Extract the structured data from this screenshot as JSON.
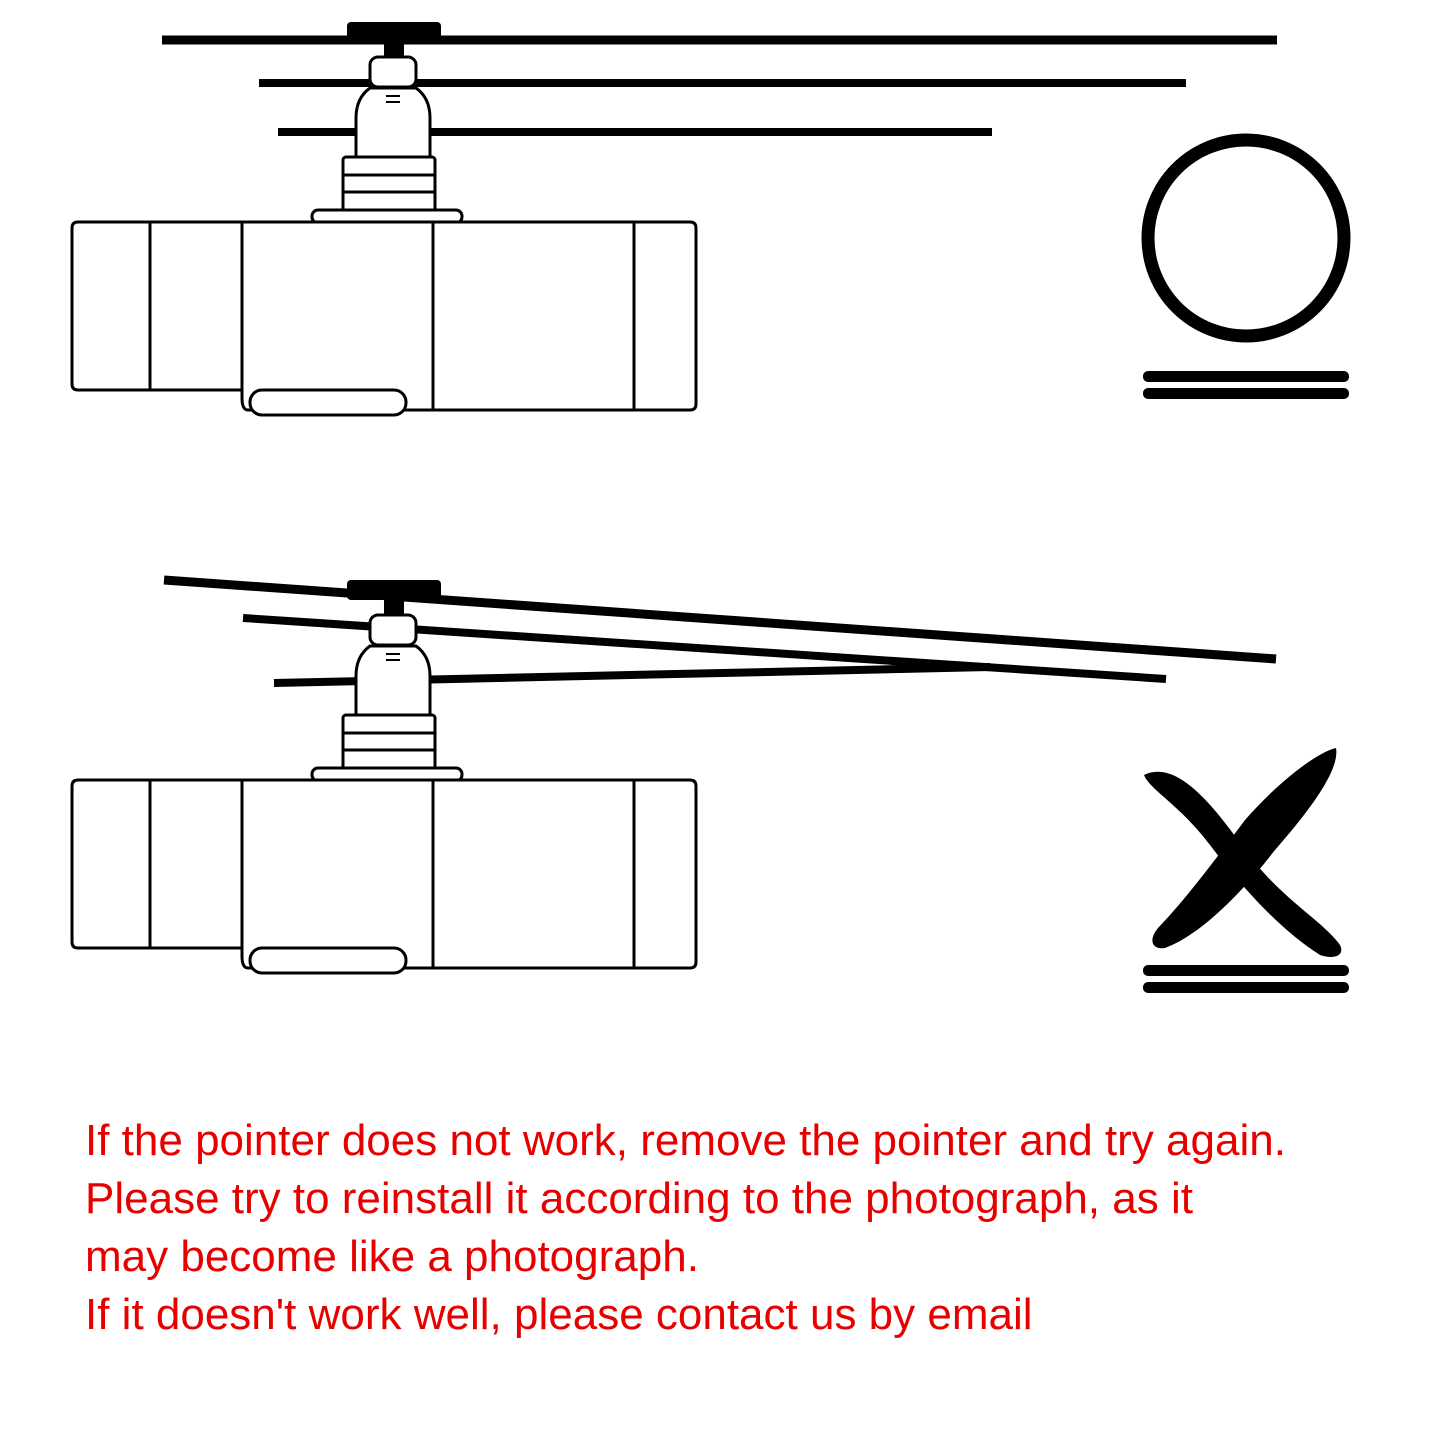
{
  "colors": {
    "text": "#e60000",
    "line": "#000000",
    "background": "#ffffff"
  },
  "panels": [
    {
      "state": "correct",
      "mark": "circle-mark-icon",
      "hands": "parallel"
    },
    {
      "state": "incorrect",
      "mark": "cross-mark-icon",
      "hands": "tilted"
    }
  ],
  "instructions": [
    "If the pointer does not work, remove the pointer and try again.",
    "Please try to reinstall it according to the photograph, as it",
    "may become like a photograph.",
    "If it doesn't work well, please contact us by email"
  ]
}
